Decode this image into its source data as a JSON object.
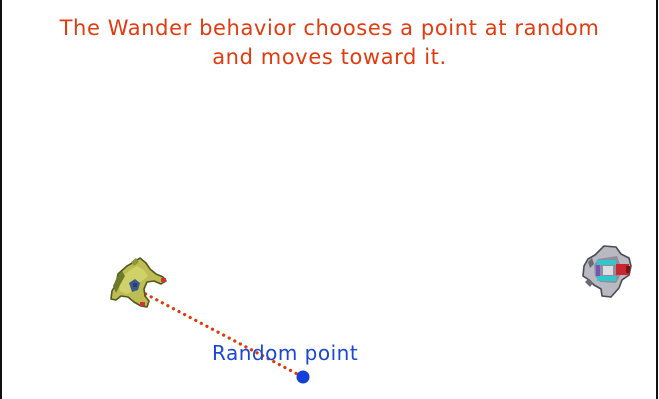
{
  "caption": {
    "line1": "The Wander behavior chooses a point at random",
    "line2": "and moves toward it."
  },
  "labels": {
    "random_point": "Random point"
  },
  "colors": {
    "caption_text": "#e33a0f",
    "label_text": "#1a47d6",
    "path_dots": "#e03a0c",
    "target_point": "#1440d8",
    "frame": "#111111"
  },
  "icons": {
    "wanderer": "winged-spaceship-icon",
    "other_ship": "grey-spaceship-icon"
  }
}
